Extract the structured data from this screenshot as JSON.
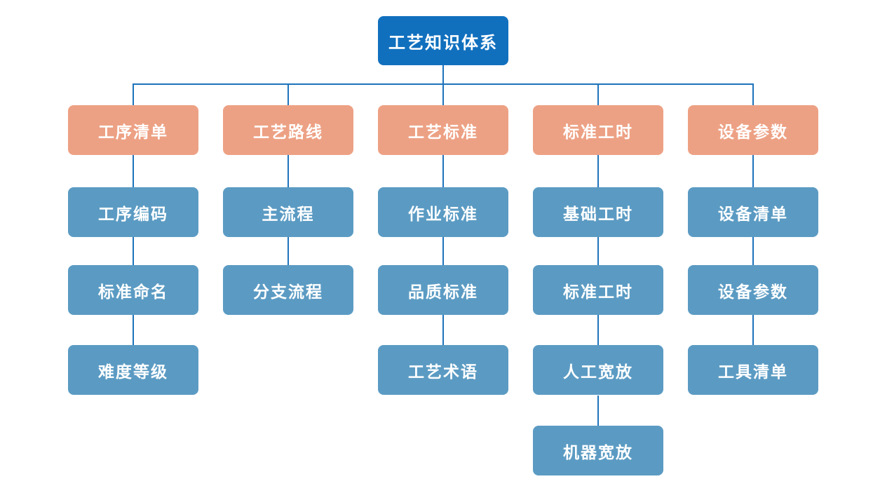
{
  "diagram": {
    "title": "工艺知识体系",
    "root": {
      "label": "工艺知识体系"
    },
    "columns": [
      {
        "header": "工序清单",
        "children": [
          "工序编码",
          "标准命名",
          "难度等级"
        ]
      },
      {
        "header": "工艺路线",
        "children": [
          "主流程",
          "分支流程"
        ]
      },
      {
        "header": "工艺标准",
        "children": [
          "作业标准",
          "品质标准",
          "工艺术语"
        ]
      },
      {
        "header": "标准工时",
        "children": [
          "基础工时",
          "标准工时",
          "人工宽放",
          "机器宽放"
        ]
      },
      {
        "header": "设备参数",
        "children": [
          "设备清单",
          "设备参数",
          "工具清单"
        ]
      }
    ],
    "colors": {
      "root_bg": "#1170BE",
      "branch_bg": "#EDA184",
      "leaf_bg": "#5B9BC3",
      "connector": "#1E73BB",
      "text": "#FFFFFF",
      "background": "#FFFFFF"
    }
  }
}
